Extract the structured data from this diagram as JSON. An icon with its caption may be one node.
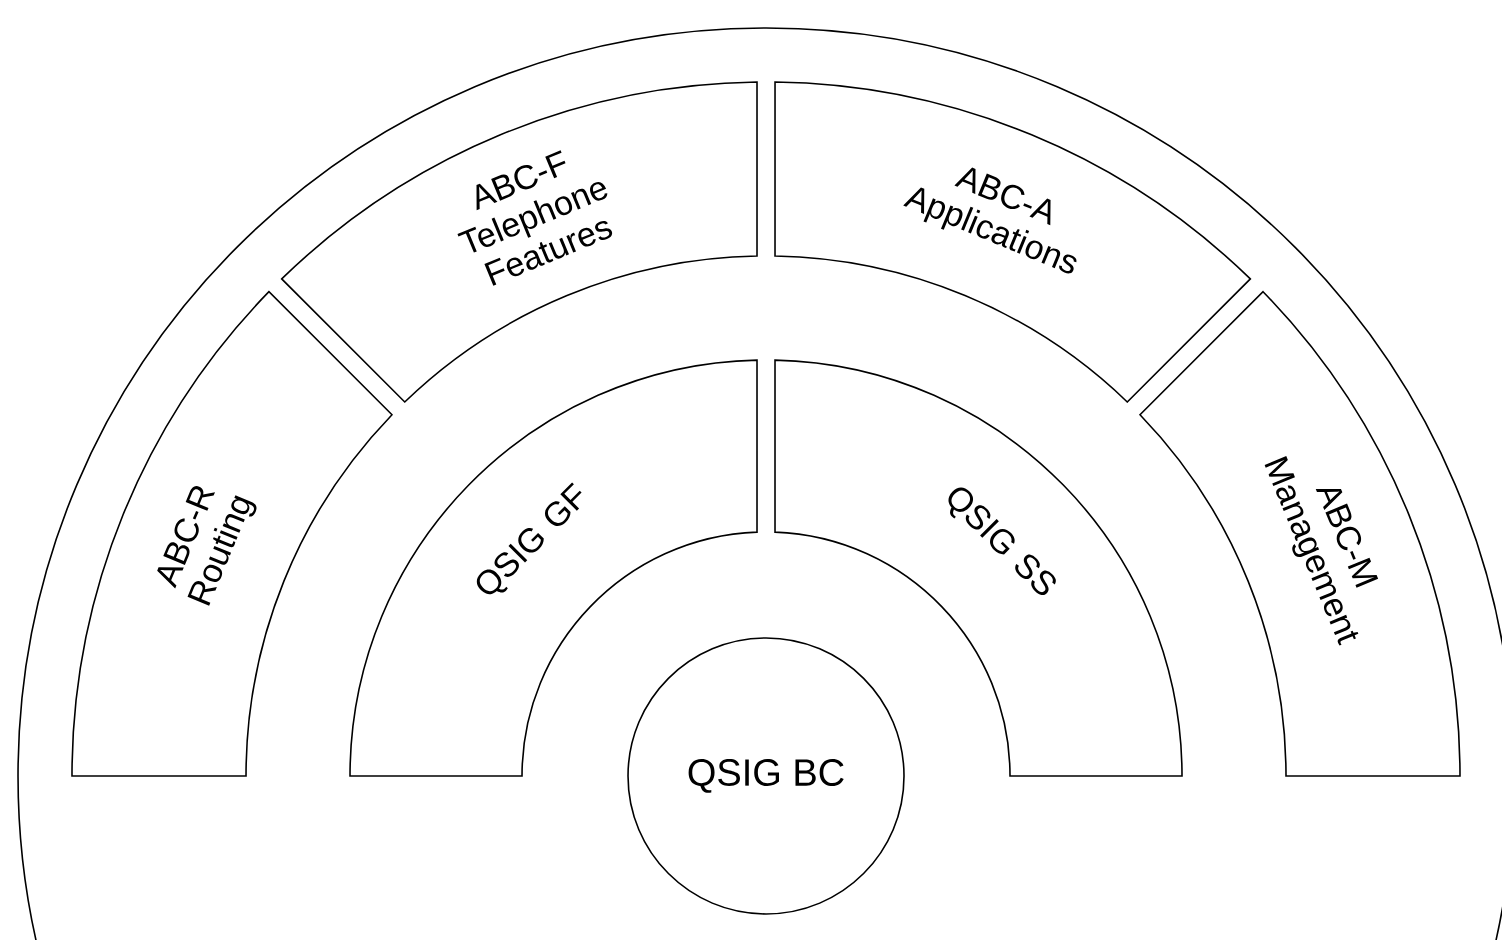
{
  "diagram": {
    "nodes": [
      {
        "text": [
          "ABC-R",
          "Routing"
        ]
      },
      {
        "text": [
          "ABC-F",
          "Telephone Features"
        ]
      },
      {
        "text": [
          "ABC-A",
          "Applications"
        ]
      },
      {
        "text": [
          "ABC-M",
          "Management"
        ]
      },
      {
        "text": [
          "QSIG GF"
        ]
      },
      {
        "text": [
          "QSIG SS"
        ]
      },
      {
        "text": [
          "QSIG BC"
        ]
      }
    ]
  }
}
